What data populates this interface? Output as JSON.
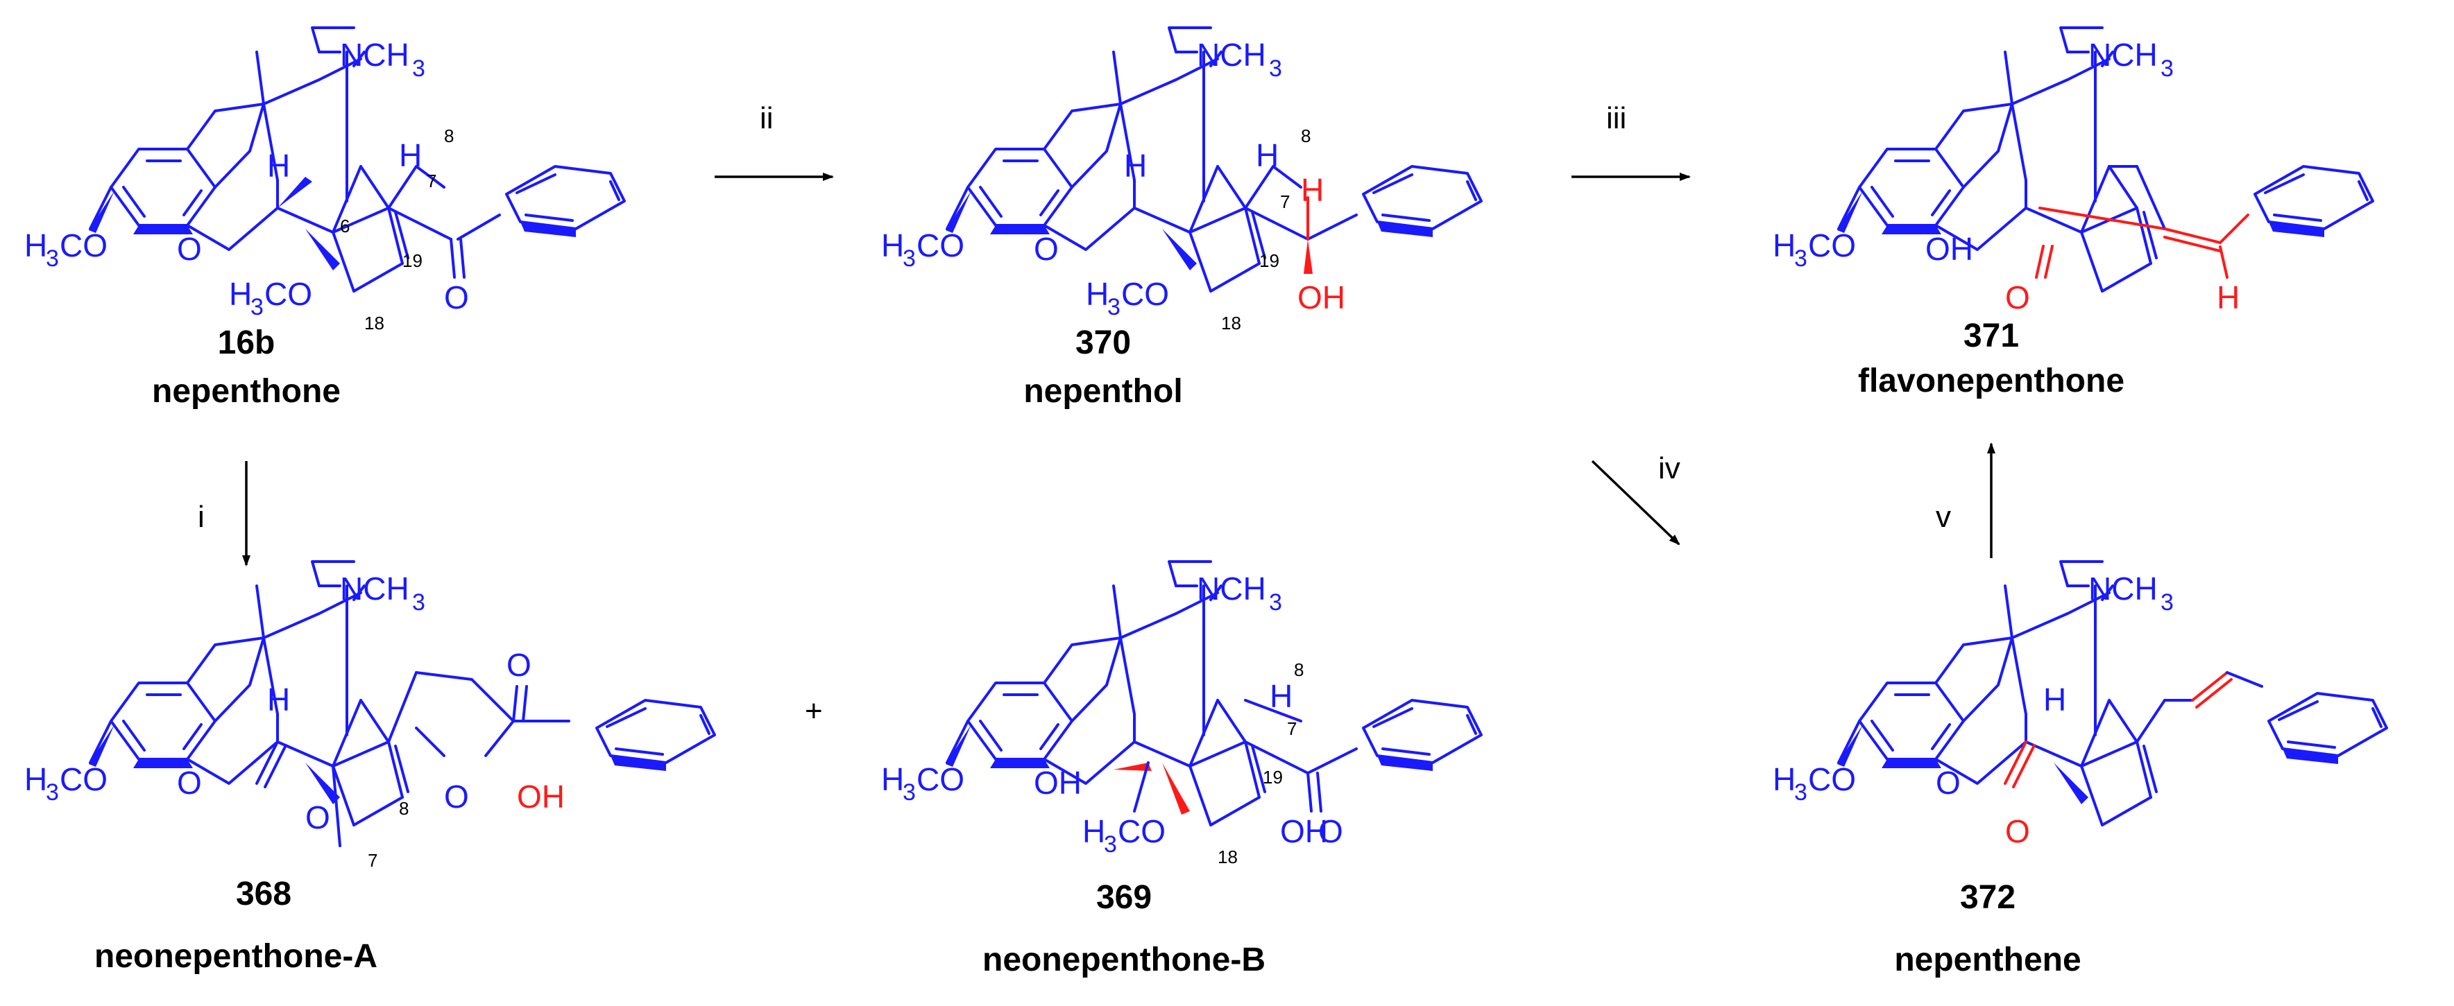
{
  "compounds": [
    {
      "id": "16b",
      "name": "nepenthone"
    },
    {
      "id": "370",
      "name": "nepenthol"
    },
    {
      "id": "371",
      "name": "flavonepenthone"
    },
    {
      "id": "368",
      "name": "neonepenthone-A"
    },
    {
      "id": "369",
      "name": "neonepenthone-B"
    },
    {
      "id": "372",
      "name": "nepenthene"
    }
  ],
  "reagents": [
    "i",
    "ii",
    "iii",
    "iv",
    "v"
  ],
  "plus": "+",
  "labels": {
    "nme": "NCH",
    "nme_sub": "3",
    "h3co_h": "H",
    "h3co_sub": "3",
    "h3co_co": "CO",
    "o": "O",
    "h": "H",
    "oh": "OH",
    "n6": "6",
    "n7": "7",
    "n8": "8",
    "n18": "18",
    "n19": "19"
  },
  "colors": {
    "atoms": "#1a1aff",
    "highlight": "#ff1a1a",
    "text": "#000000"
  }
}
